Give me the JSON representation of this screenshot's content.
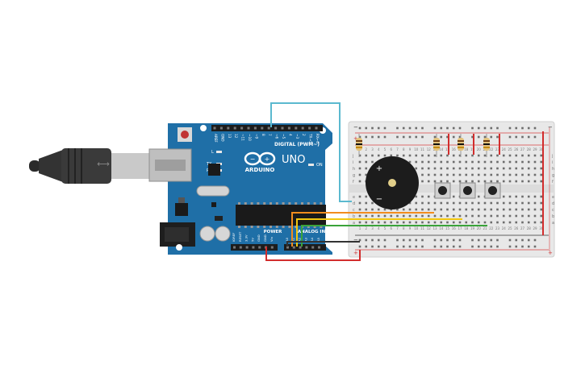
{
  "arduino": {
    "logo_text": "ARDUINO",
    "model": "UNO",
    "digital_header_label": "DIGITAL (PWM~)",
    "power_label": "POWER",
    "analog_label": "ANALOG IN",
    "on_label": "ON",
    "l_label": "L",
    "tx_label": "TX",
    "rx_label": "RX",
    "top_pin_labels": [
      "AREF",
      "GND",
      "13",
      "12",
      "~11",
      "~10",
      "~9",
      "8",
      "7",
      "~6",
      "~5",
      "4",
      "~3",
      "2",
      "TX→1",
      "RX←0"
    ],
    "power_pin_labels": [
      "IOREF",
      "RESET",
      "3.3V",
      "5V",
      "GND",
      "GND",
      "Vin"
    ],
    "analog_pin_labels": [
      "A0",
      "A1",
      "A2",
      "A3",
      "A4",
      "A5"
    ]
  },
  "breadboard": {
    "row_labels_top": [
      "j",
      "i",
      "h",
      "g",
      "f"
    ],
    "row_labels_bottom": [
      "e",
      "d",
      "c",
      "b",
      "a"
    ],
    "column_numbers": [
      "1",
      "2",
      "3",
      "4",
      "5",
      "6",
      "7",
      "8",
      "9",
      "10",
      "11",
      "12",
      "13",
      "14",
      "15",
      "16",
      "17",
      "18",
      "19",
      "20",
      "21",
      "22",
      "23",
      "24",
      "25",
      "26",
      "27",
      "28",
      "29",
      "30"
    ],
    "rail_plus": "+",
    "rail_minus": "−"
  },
  "buzzer": {
    "plus": "+",
    "minus": "−"
  },
  "colors": {
    "board_blue": "#1f6fa7",
    "breadboard": "#e6e6e6",
    "wire_red": "#d22d2d",
    "wire_black": "#333333",
    "wire_orange": "#f28c1e",
    "wire_yellow": "#f2c70f",
    "wire_green": "#3aa33a",
    "wire_cyan": "#5bb9cf"
  }
}
